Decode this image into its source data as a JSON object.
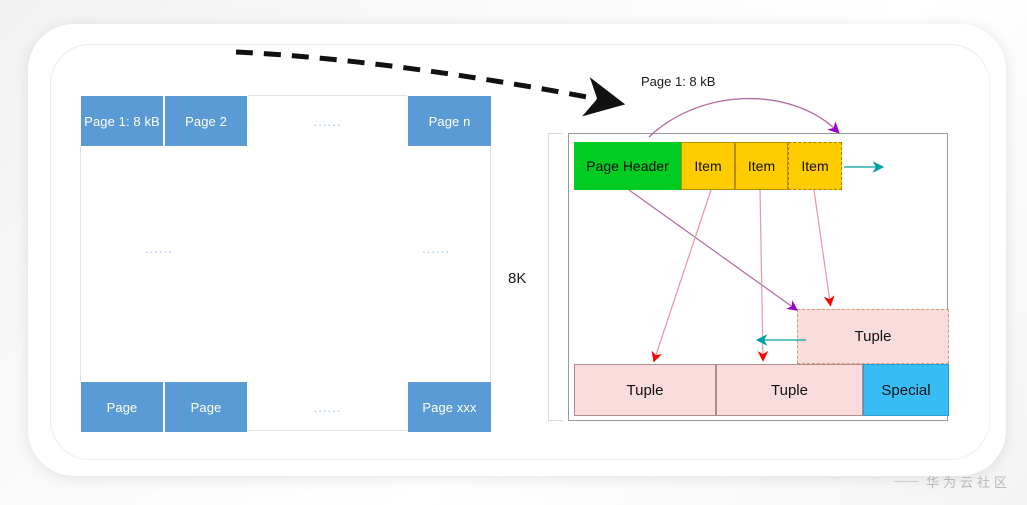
{
  "diagram": {
    "title": "PostgreSQL heap file and 8 kB page layout",
    "watermark": {
      "text": "华为云社区"
    }
  },
  "colors": {
    "page_cell_blue": "#5b9bd5",
    "header_green": "#00cc22",
    "item_yellow": "#ffcc00",
    "tuple_pink": "#fadcdc",
    "special_blue": "#37bdf4",
    "arrow_red": "#ff0000",
    "arrow_purple": "#9900cc",
    "arrow_teal": "#00a0a0",
    "arrow_black": "#111111",
    "dots_blue": "#9dc3e6"
  },
  "left_table": {
    "name": "heap-file-page-array",
    "top_row": [
      {
        "label": "Page 1: 8 kB",
        "type": "cell"
      },
      {
        "label": "Page 2",
        "type": "cell"
      },
      {
        "label": "......",
        "type": "dots"
      },
      {
        "label": "Page n",
        "type": "cell"
      }
    ],
    "middle_row": [
      {
        "label": "......",
        "type": "dots"
      },
      {
        "label": "......",
        "type": "dots"
      }
    ],
    "bottom_row": [
      {
        "label": "Page",
        "type": "cell"
      },
      {
        "label": "Page",
        "type": "cell"
      },
      {
        "label": "......",
        "type": "dots"
      },
      {
        "label": "Page xxx",
        "type": "cell"
      }
    ]
  },
  "right_panel": {
    "size_label": "8K",
    "caption": "Page 1: 8 kB",
    "header_row": [
      {
        "label": "Page Header",
        "style": "green"
      },
      {
        "label": "Item",
        "style": "yellow"
      },
      {
        "label": "Item",
        "style": "yellow"
      },
      {
        "label": "Item",
        "style": "yellow-dashed"
      }
    ],
    "floating_tuple": {
      "label": "Tuple"
    },
    "bottom_row": [
      {
        "label": "Tuple",
        "style": "tuple"
      },
      {
        "label": "Tuple",
        "style": "tuple"
      },
      {
        "label": "Special",
        "style": "special"
      }
    ]
  },
  "annotations": {
    "zoom_arrow": "black-dashed-curved-arrow",
    "item_pointers": "red-and-purple-pointer-arrows",
    "free_space_arrows": "teal-free-space-arrows"
  }
}
